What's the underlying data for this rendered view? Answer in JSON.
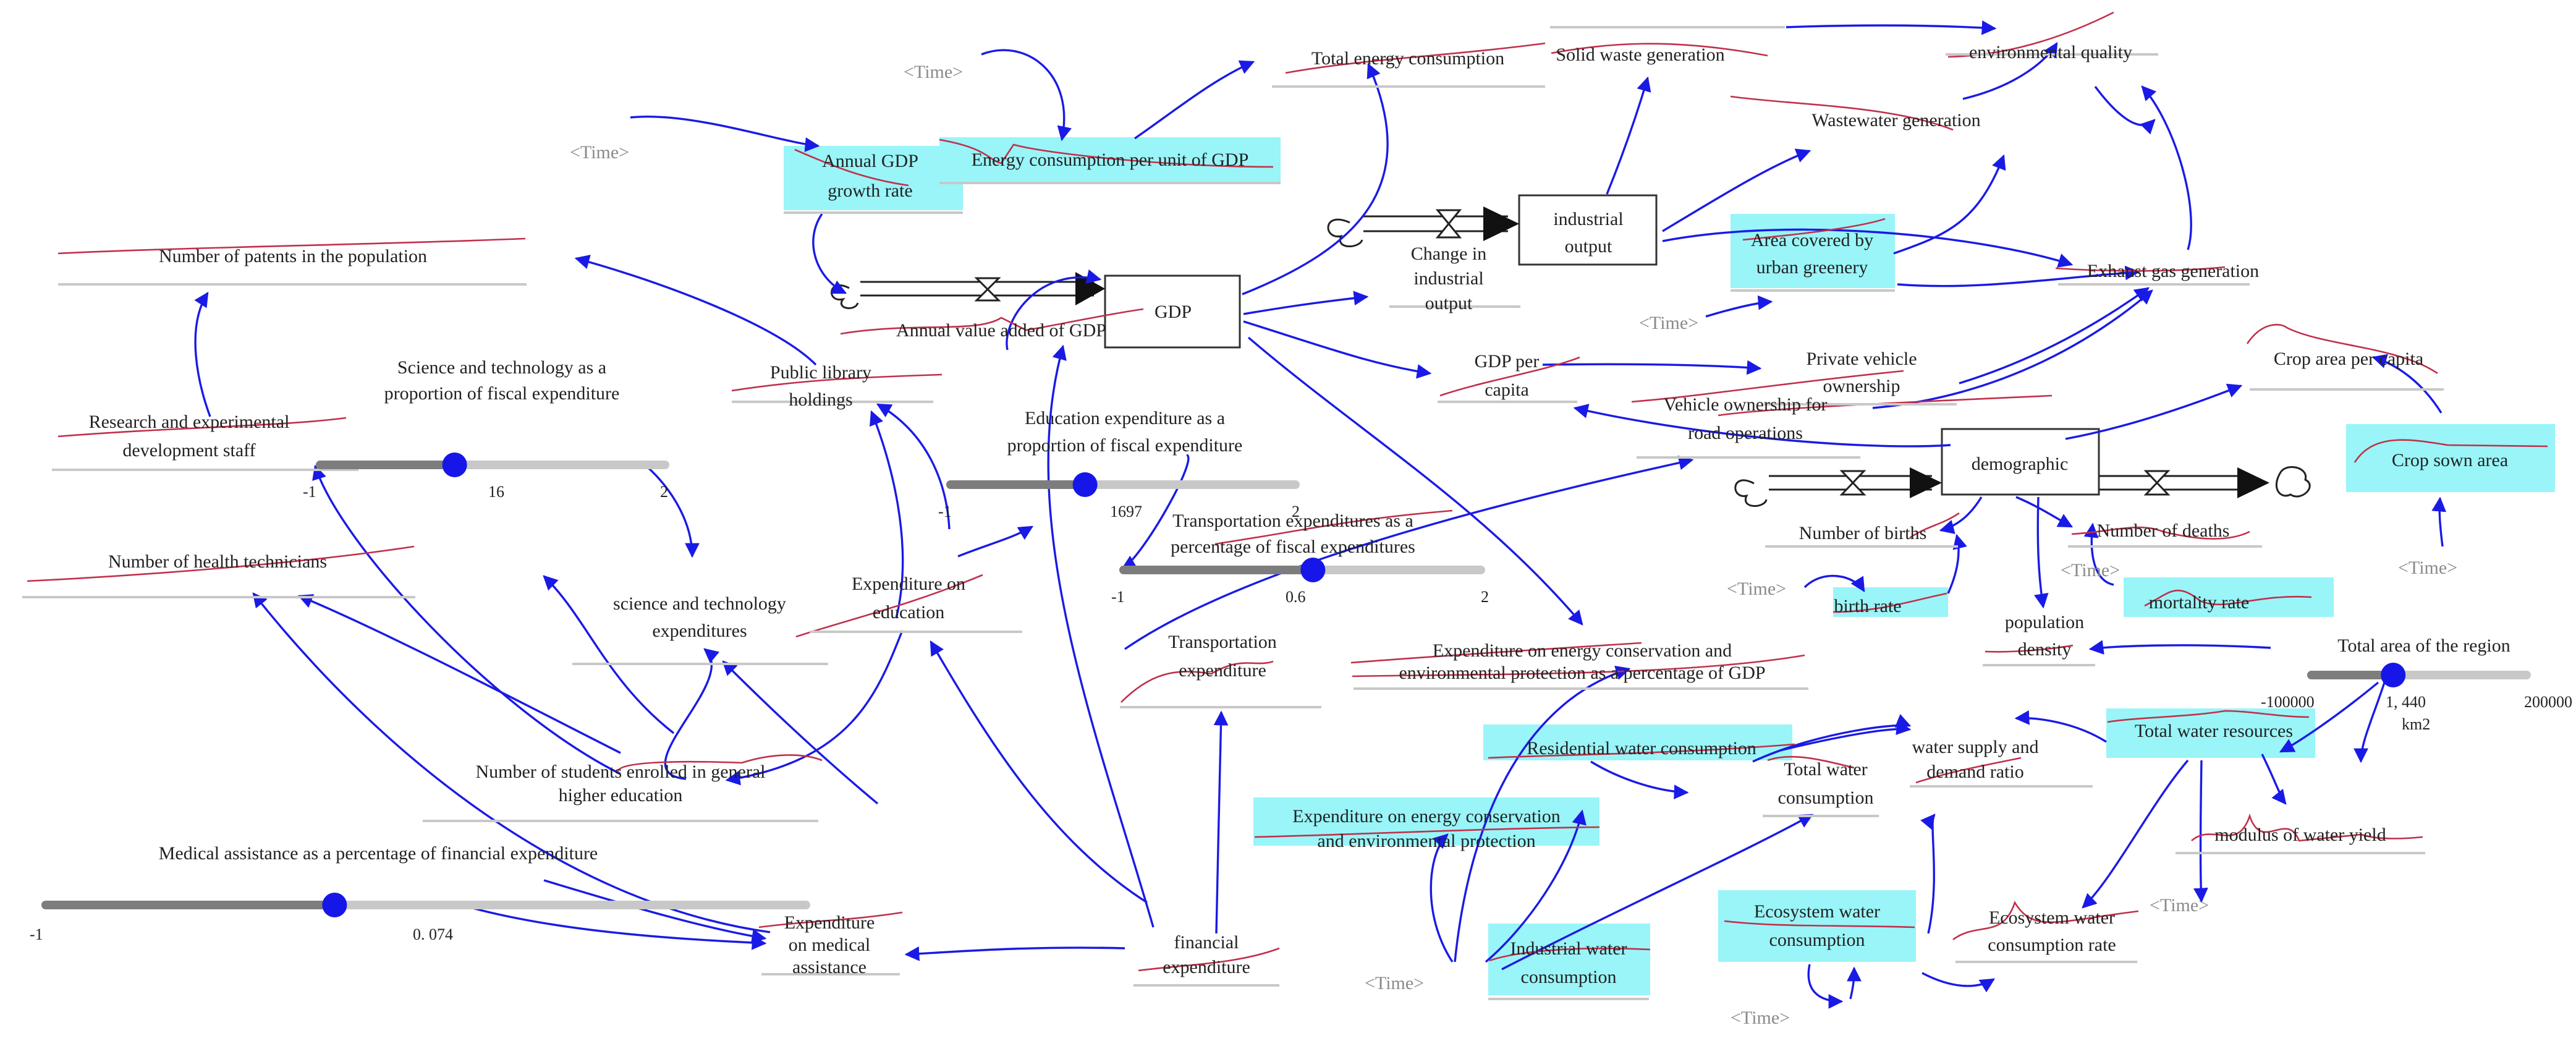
{
  "variables": {
    "time_top": "<Time>",
    "time_left": "<Time>",
    "time_greenery": "<Time>",
    "time_birth": "<Time>",
    "time_deaths": "<Time>",
    "time_crop": "<Time>",
    "time_modulus": "<Time>",
    "time_industrial": "<Time>",
    "time_ecosystem": "<Time>",
    "total_energy": "Total energy consumption",
    "solid_waste": "Solid waste generation",
    "env_quality": "environmental quality",
    "energy_per_gdp": "Energy consumption per unit of GDP",
    "annual_gdp_growth_1": "Annual GDP",
    "annual_gdp_growth_2": "growth rate",
    "wastewater": "Wastewater generation",
    "patents": "Number of patents in the population",
    "change_industrial_1": "Change in",
    "change_industrial_2": "industrial",
    "change_industrial_3": "output",
    "industrial_output_1": "industrial",
    "industrial_output_2": "output",
    "greenery_1": "Area covered by",
    "greenery_2": "urban greenery",
    "exhaust": "Exhaust gas generation",
    "annual_value_added": "Annual value added of GDP",
    "gdp": "GDP",
    "sci_tech_prop_1": "Science and technology as a",
    "sci_tech_prop_2": "proportion of fiscal expenditure",
    "library_1": "Public library",
    "library_2": "holdings",
    "gdp_per_capita_1": "GDP per",
    "gdp_per_capita_2": "capita",
    "private_vehicle_1": "Private vehicle",
    "private_vehicle_2": "ownership",
    "crop_per_capita": "Crop area per capita",
    "rd_staff_1": "Research and experimental",
    "rd_staff_2": "development staff",
    "edu_prop_1": "Education expenditure as a",
    "edu_prop_2": "proportion of fiscal expenditure",
    "vehicle_road_1": "Vehicle ownership for",
    "vehicle_road_2": "road operations",
    "demographic": "demographic",
    "crop_sown": "Crop sown area",
    "transport_prop_1": "Transportation expenditures as a",
    "transport_prop_2": "percentage of fiscal expenditures",
    "births": "Number of births",
    "deaths": "Number of deaths",
    "health_tech": "Number of health technicians",
    "sci_tech_exp_1": "science and technology",
    "sci_tech_exp_2": "expenditures",
    "edu_exp_1": "Expenditure on",
    "edu_exp_2": "education",
    "birth_rate": "birth rate",
    "mortality": "mortality rate",
    "pop_density_1": "population",
    "pop_density_2": "density",
    "transport_exp_1": "Transportation",
    "transport_exp_2": "expenditure",
    "energy_env_pct_1": "Expenditure on energy conservation and",
    "energy_env_pct_2": "environmental protection as a percentage of GDP",
    "total_area": "Total area of the region",
    "residential_water": "Residential water consumption",
    "water_ratio_1": "water supply and",
    "water_ratio_2": "demand ratio",
    "total_water_res": "Total water resources",
    "students_1": "Number of students enrolled in general",
    "students_2": "higher education",
    "total_water_cons_1": "Total water",
    "total_water_cons_2": "consumption",
    "energy_env_exp_1": "Expenditure on energy conservation",
    "energy_env_exp_2": "and environmental protection",
    "modulus": "modulus of water yield",
    "medical_prop": "Medical assistance as a percentage of financial expenditure",
    "eco_water_1": "Ecosystem water",
    "eco_water_2": "consumption",
    "eco_rate_1": "Ecosystem water",
    "eco_rate_2": "consumption rate",
    "medical_exp_1": "Expenditure",
    "medical_exp_2": "on medical",
    "medical_exp_3": "assistance",
    "financial_1": "financial",
    "financial_2": "expenditure",
    "industrial_water_1": "Industrial water",
    "industrial_water_2": "consumption"
  },
  "sliders": {
    "sci_tech": {
      "min_label": "-1",
      "max_label": "2",
      "value_label": "16",
      "fraction": 0.39
    },
    "education": {
      "min_label": "-1",
      "max_label": "2",
      "value_label": "1697",
      "fraction": 0.39
    },
    "transport": {
      "min_label": "-1",
      "max_label": "2",
      "value_label": "0.6",
      "fraction": 0.53
    },
    "medical": {
      "min_label": "-1",
      "max_label": "",
      "value_label": "0. 074",
      "fraction": 0.38
    },
    "area": {
      "min_label": "-100000",
      "max_label": "200000",
      "value_label": "1, 440",
      "unit_label": "km2",
      "fraction": 0.38
    }
  },
  "colors": {
    "aux_highlight": "#99f5f8",
    "link": "#1a1ae6",
    "sparkline": "#c0304a",
    "slider_knob": "#1616e8"
  }
}
